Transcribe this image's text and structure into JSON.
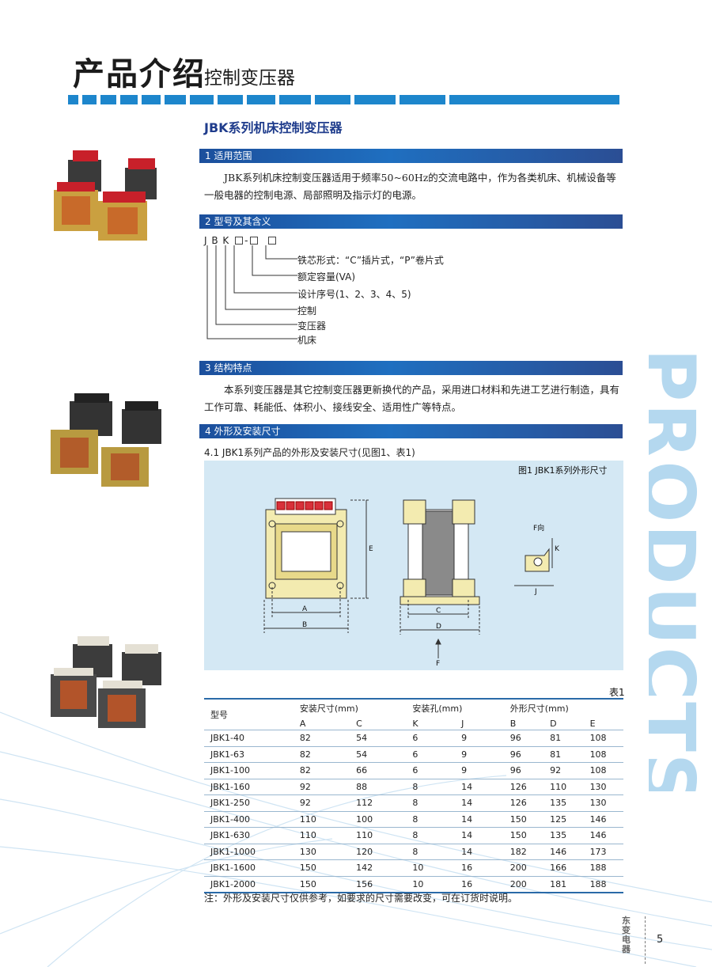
{
  "header": {
    "main_title": "产品介绍",
    "sub_title": "控制变压器",
    "product_title": "JBK系列机床控制变压器"
  },
  "sections": {
    "s1": {
      "title": "1 适用范围",
      "body": "JBK系列机床控制变压器适用于频率50~60Hz的交流电路中，作为各类机床、机械设备等一般电器的控制电源、局部照明及指示灯的电源。"
    },
    "s2": {
      "title": "2 型号及其含义",
      "code_prefix": "J B K",
      "code_dash": "-",
      "labels": [
        "铁芯形式：“C”插片式，“P”卷片式",
        "额定容量(VA)",
        "设计序号(1、2、3、4、5)",
        "控制",
        "变压器",
        "机床"
      ]
    },
    "s3": {
      "title": "3 结构特点",
      "body": "本系列变压器是其它控制变压器更新换代的产品，采用进口材料和先进工艺进行制造，具有工作可靠、耗能低、体积小、接线安全、适用性广等特点。"
    },
    "s4": {
      "title": "4 外形及安装尺寸",
      "subtitle": "4.1  JBK1系列产品的外形及安装尺寸(见图1、表1)"
    }
  },
  "figure": {
    "caption": "图1 JBK1系列外形尺寸",
    "dims": {
      "A": "A",
      "B": "B",
      "C": "C",
      "D": "D",
      "E": "E",
      "F": "F",
      "J": "J",
      "K": "K",
      "f_view": "F向"
    }
  },
  "table": {
    "note": "表1",
    "header_model": "型号",
    "groups": [
      "安装尺寸(mm)",
      "安装孔(mm)",
      "外形尺寸(mm)"
    ],
    "subcols": [
      "A",
      "C",
      "K",
      "J",
      "B",
      "D",
      "E"
    ],
    "rows": [
      [
        "JBK1-40",
        "82",
        "54",
        "6",
        "9",
        "96",
        "81",
        "108"
      ],
      [
        "JBK1-63",
        "82",
        "54",
        "6",
        "9",
        "96",
        "81",
        "108"
      ],
      [
        "JBK1-100",
        "82",
        "66",
        "6",
        "9",
        "96",
        "92",
        "108"
      ],
      [
        "JBK1-160",
        "92",
        "88",
        "8",
        "14",
        "126",
        "110",
        "130"
      ],
      [
        "JBK1-250",
        "92",
        "112",
        "8",
        "14",
        "126",
        "135",
        "130"
      ],
      [
        "JBK1-400",
        "110",
        "100",
        "8",
        "14",
        "150",
        "125",
        "146"
      ],
      [
        "JBK1-630",
        "110",
        "110",
        "8",
        "14",
        "150",
        "135",
        "146"
      ],
      [
        "JBK1-1000",
        "130",
        "120",
        "8",
        "14",
        "182",
        "146",
        "173"
      ],
      [
        "JBK1-1600",
        "150",
        "142",
        "10",
        "16",
        "200",
        "166",
        "188"
      ],
      [
        "JBK1-2000",
        "150",
        "156",
        "10",
        "16",
        "200",
        "181",
        "188"
      ]
    ],
    "footnote": "注：外形及安装尺寸仅供参考，如要求的尺寸需要改变，可在订货时说明。"
  },
  "side": {
    "watermark": "PRODUCTS",
    "brand": "东变电器",
    "page_number": "5"
  },
  "colors": {
    "accent_blue": "#1d86cc",
    "bar_blue": "#1f6fc0",
    "title_navy": "#1f3c8c",
    "figure_bg": "#d4e8f4",
    "watermark": "#9ccbea"
  }
}
